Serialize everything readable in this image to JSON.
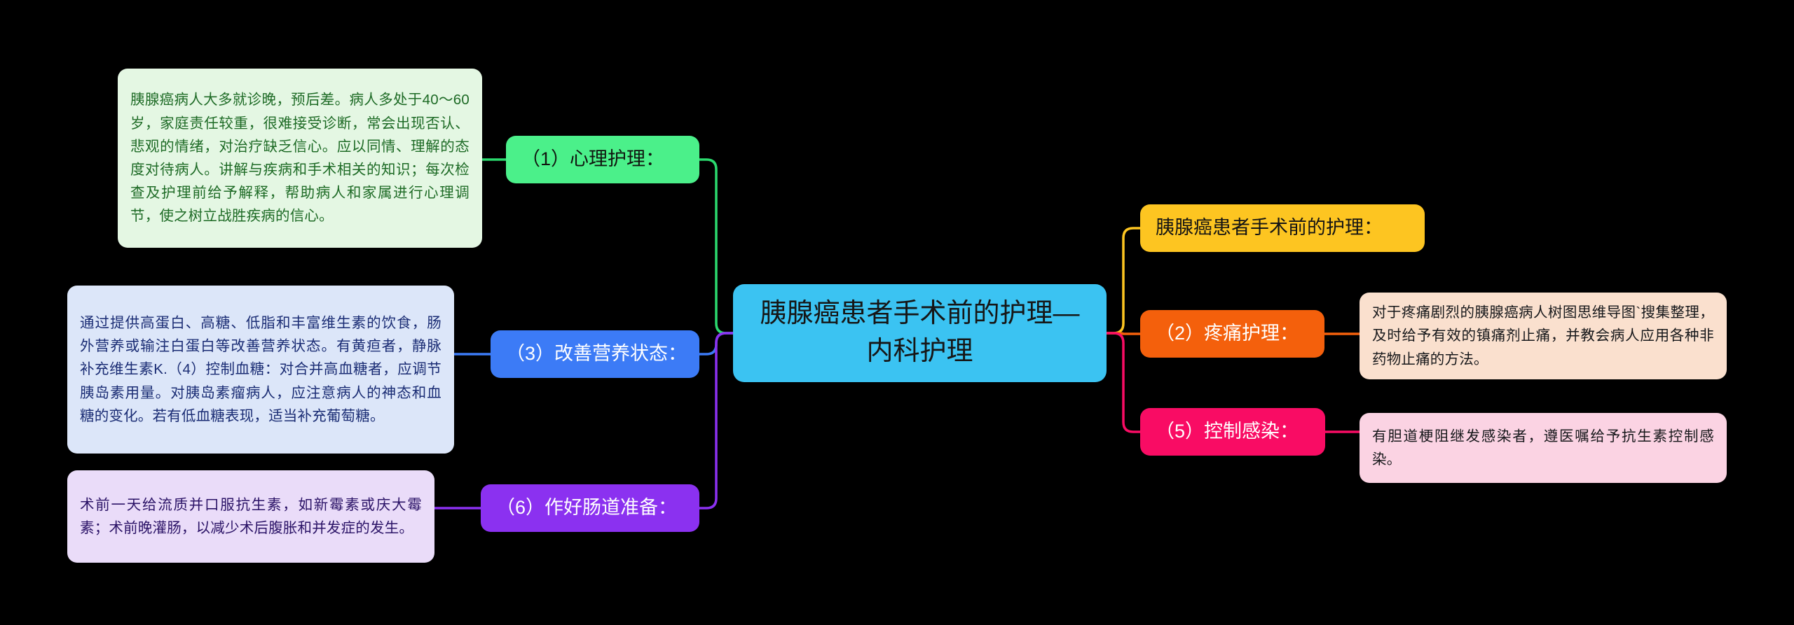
{
  "diagram": {
    "type": "mind-map",
    "background_color": "#000000",
    "root": {
      "label": "胰腺癌患者手术前的护理—内科护理",
      "color": "#3BC3F2"
    },
    "branches": {
      "left": [
        {
          "id": "psych",
          "label": "（1）心理护理：",
          "node_color": "#4BF08A",
          "link_color": "#2BD96E",
          "detail": "胰腺癌病人大多就诊晚，预后差。病人多处于40～60岁，家庭责任较重，很难接受诊断，常会出现否认、悲观的情绪，对治疗缺乏信心。应以同情、理解的态度对待病人。讲解与疾病和手术相关的知识；每次检查及护理前给予解释，帮助病人和家属进行心理调节，使之树立战胜疾病的信心。",
          "detail_bg": "#E4F7E3",
          "detail_color": "#1E6B26"
        },
        {
          "id": "nutrition",
          "label": "（3）改善营养状态：",
          "node_color": "#3C7BF6",
          "link_color": "#3C7BF6",
          "detail": "通过提供高蛋白、高糖、低脂和丰富维生素的饮食，肠外营养或输注白蛋白等改善营养状态。有黄疸者，静脉补充维生素K.（4）控制血糖：对合并高血糖者，应调节胰岛素用量。对胰岛素瘤病人，应注意病人的神态和血糖的变化。若有低血糖表现，适当补充葡萄糖。",
          "detail_bg": "#DCE6F9",
          "detail_color": "#1A2C74"
        },
        {
          "id": "bowel",
          "label": "（6）作好肠道准备：",
          "node_color": "#8B31F0",
          "link_color": "#8B31F0",
          "detail": "术前一天给流质并口服抗生素，如新霉素或庆大霉素；术前晚灌肠，以减少术后腹胀和并发症的发生。",
          "detail_bg": "#EADCF9",
          "detail_color": "#2B1367"
        }
      ],
      "right": [
        {
          "id": "preop",
          "label": "胰腺癌患者手术前的护理：",
          "node_color": "#FDC521",
          "link_color": "#FDC521",
          "detail": null
        },
        {
          "id": "pain",
          "label": "（2）疼痛护理：",
          "node_color": "#F4600C",
          "link_color": "#F4600C",
          "detail": "对于疼痛剧烈的胰腺癌病人树图思维导图`搜集整理，及时给予有效的镇痛剂止痛，并教会病人应用各种非药物止痛的方法。",
          "detail_bg": "#FAE0CE",
          "detail_color": "#17181B"
        },
        {
          "id": "infection",
          "label": "（5）控制感染：",
          "node_color": "#F90C64",
          "link_color": "#F90C64",
          "detail": "有胆道梗阻继发感染者，遵医嘱给予抗生素控制感染。",
          "detail_bg": "#FBD3E3",
          "detail_color": "#17181B"
        }
      ]
    }
  }
}
